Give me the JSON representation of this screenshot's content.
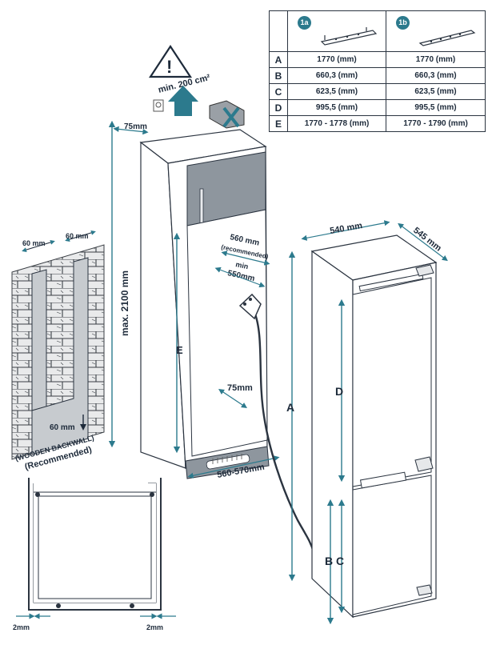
{
  "table": {
    "variants": [
      "1a",
      "1b"
    ],
    "rows": [
      {
        "label": "A",
        "v1a": "1770 (mm)",
        "v1b": "1770 (mm)"
      },
      {
        "label": "B",
        "v1a": "660,3 (mm)",
        "v1b": "660,3 (mm)"
      },
      {
        "label": "C",
        "v1a": "623,5 (mm)",
        "v1b": "623,5 (mm)"
      },
      {
        "label": "D",
        "v1a": "995,5 (mm)",
        "v1b": "995,5 (mm)"
      },
      {
        "label": "E",
        "v1a": "1770 - 1778 (mm)",
        "v1b": "1770 - 1790 (mm)"
      }
    ]
  },
  "labels": {
    "vent_area": "min. 200 cm²",
    "top_depth": "75mm",
    "max_height": "max. 2100 mm",
    "niche_height": "E",
    "depth_rec": "560 mm",
    "depth_rec_note": "(recommended)",
    "depth_min": "min",
    "depth_min_value": "550mm",
    "rear_gap": "75mm",
    "niche_width": "560-570mm",
    "backwall_strip_1": "60 mm",
    "backwall_strip_2": "60 mm",
    "backwall_gap": "60 mm",
    "backwall_caption": "(WOODEN BACKWALL)",
    "backwall_recommended": "(Recommended)",
    "appliance_width": "540 mm",
    "appliance_depth": "545 mm",
    "dim_a": "A",
    "dim_d": "D",
    "dim_b": "B",
    "dim_c": "C",
    "gap_left": "2mm",
    "gap_right": "2mm"
  },
  "colors": {
    "dimension": "#2c7a8d",
    "line": "#2b3440",
    "panel": "#8e969e",
    "wall": "#c7cbcf"
  }
}
